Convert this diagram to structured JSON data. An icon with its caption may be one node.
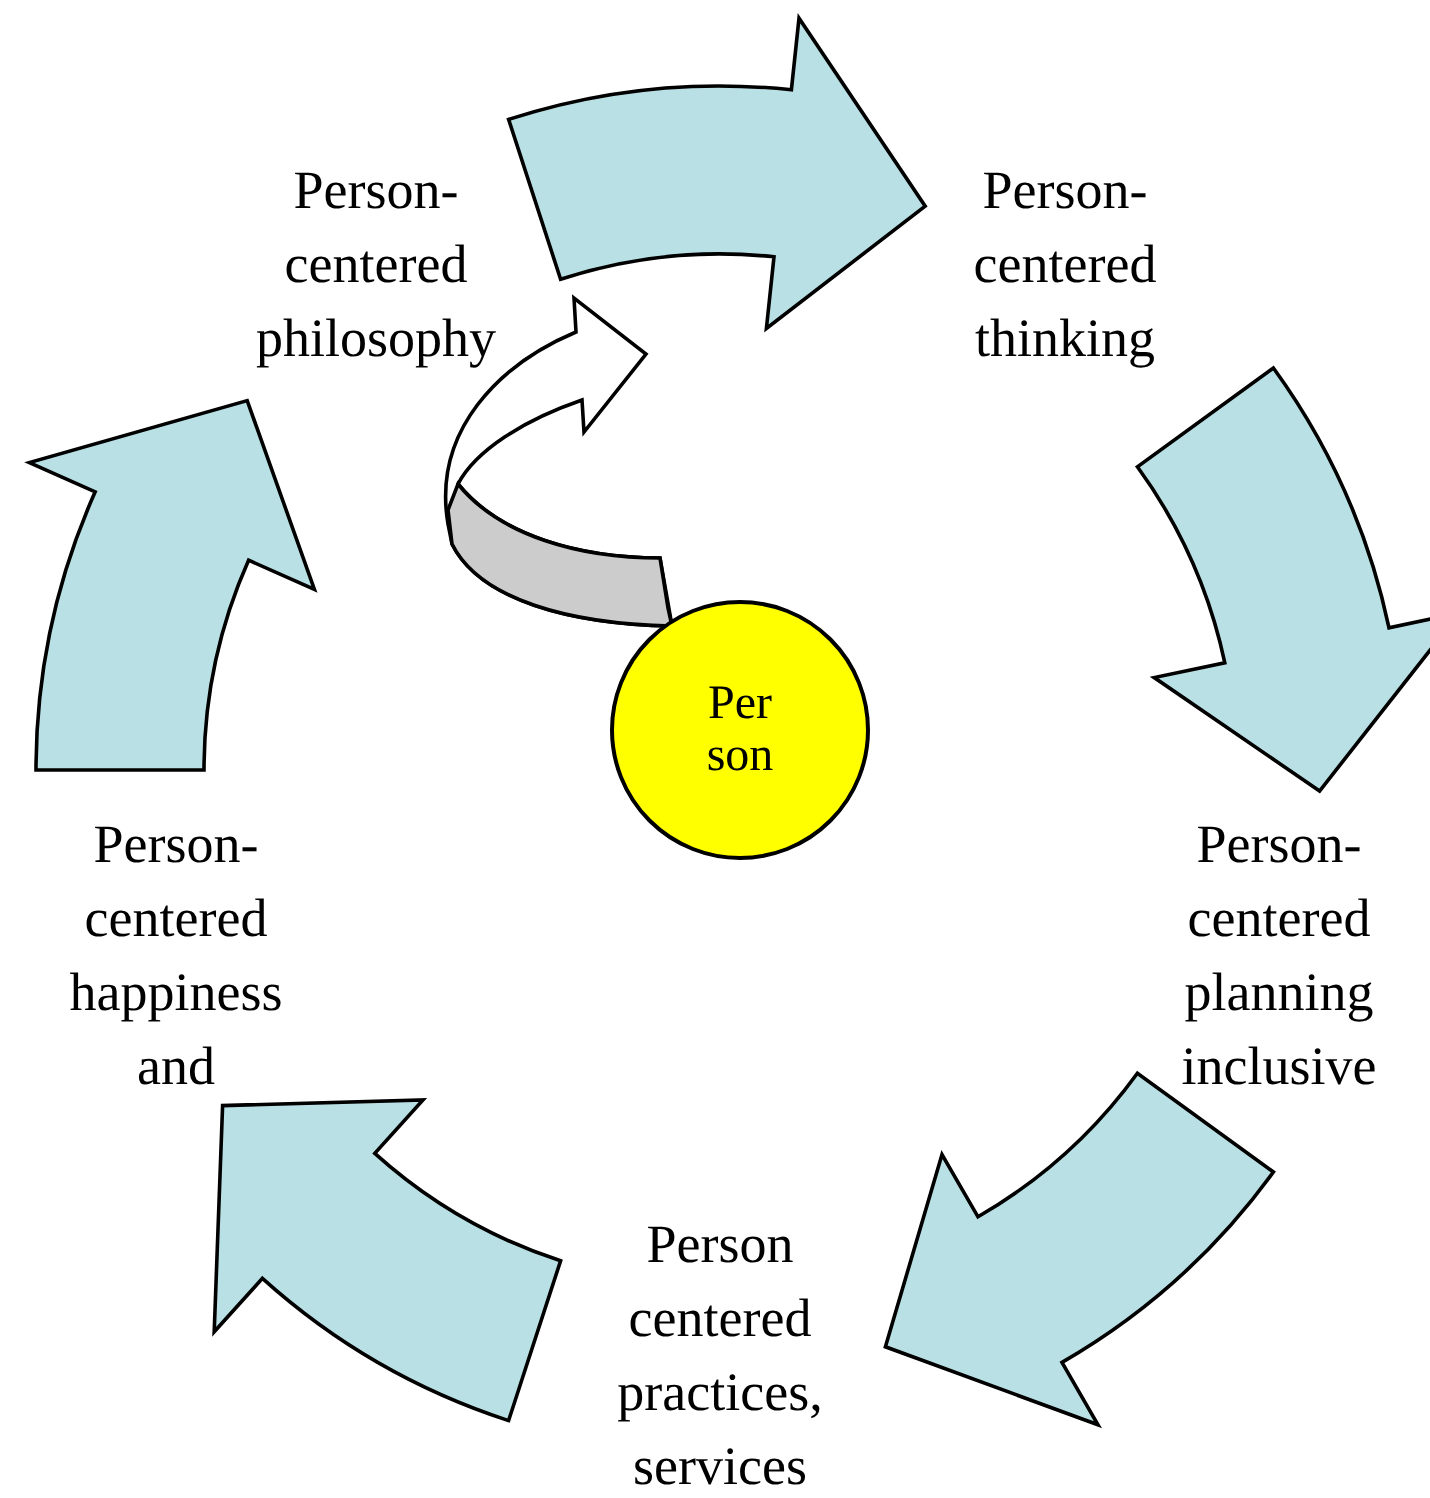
{
  "diagram": {
    "nodes": [
      {
        "text": [
          "Person-centered philosophy"
        ]
      },
      {
        "text": [
          "Person-centered thinking"
        ]
      },
      {
        "text": [
          "Person-centered planning inclusive"
        ]
      },
      {
        "text": [
          "Person centered practices, services"
        ]
      },
      {
        "text": [
          "Person-centered happiness and"
        ]
      },
      {
        "text": [
          "Per son"
        ]
      }
    ],
    "edges": [
      {
        "from": 0,
        "to": 1,
        "arrow": "to"
      },
      {
        "from": 1,
        "to": 2,
        "arrow": "to"
      },
      {
        "from": 2,
        "to": 3,
        "arrow": "to"
      },
      {
        "from": 3,
        "to": 4,
        "arrow": "to"
      },
      {
        "from": 4,
        "to": 0,
        "arrow": "to"
      },
      {
        "from": 5,
        "to": null,
        "arrow": "to"
      }
    ]
  }
}
